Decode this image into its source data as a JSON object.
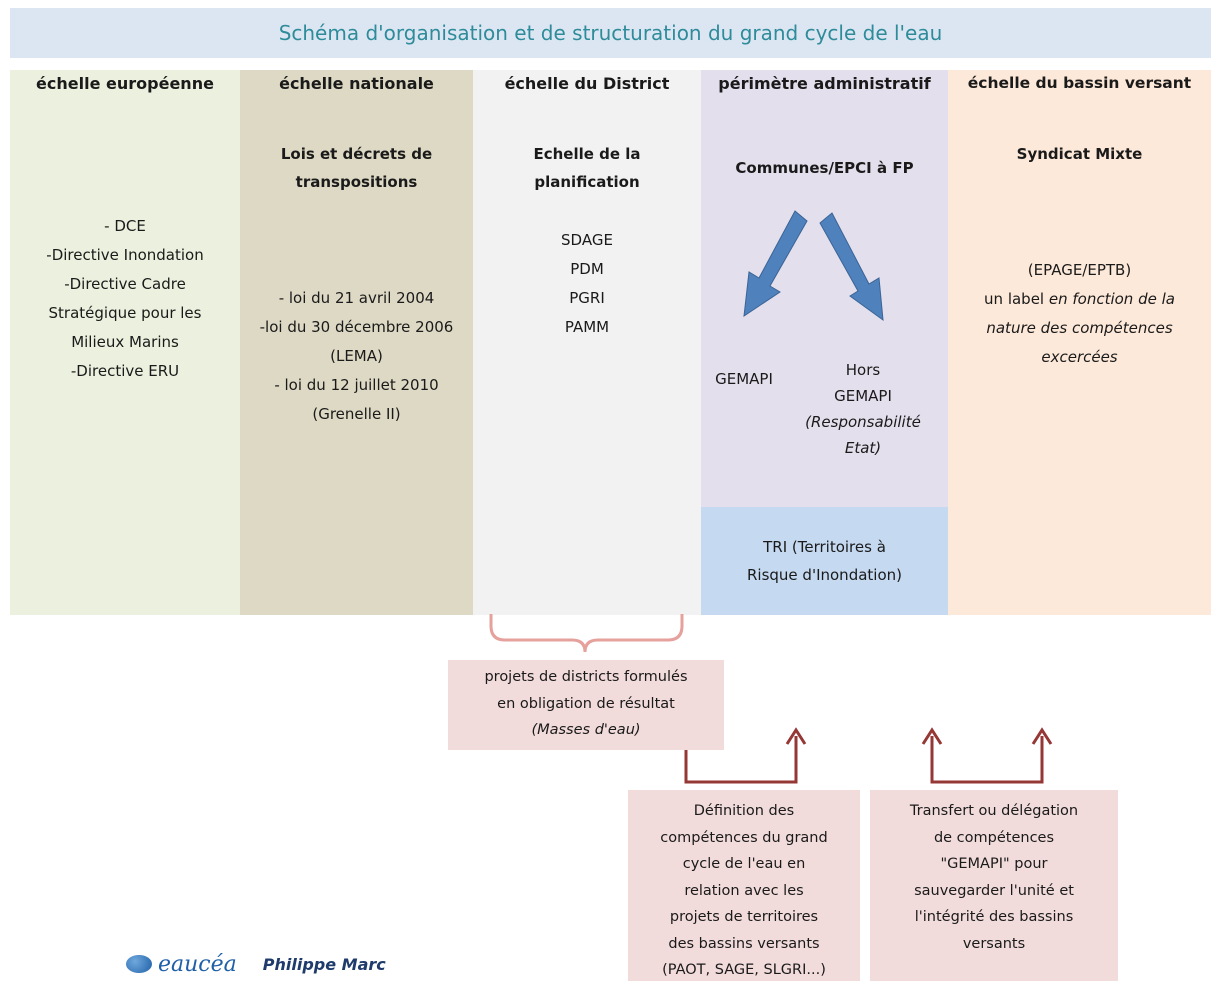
{
  "title": "Schéma d'organisation et de structuration du grand cycle de l'eau",
  "columns": [
    {
      "header": "échelle européenne",
      "lines": [
        "- DCE",
        "-Directive Inondation",
        "-Directive Cadre",
        "Stratégique pour les",
        "Milieux Marins",
        "-Directive ERU"
      ]
    },
    {
      "header": "échelle nationale",
      "subheading": [
        "Lois et décrets de",
        "transpositions"
      ],
      "lines": [
        "- loi du 21 avril 2004",
        "-loi du 30 décembre 2006",
        "(LEMA)",
        "- loi du 12 juillet  2010",
        "(Grenelle II)"
      ]
    },
    {
      "header": "échelle du District",
      "subheading": [
        "Echelle de la",
        "planification"
      ],
      "lines": [
        "SDAGE",
        "PDM",
        "PGRI",
        "PAMM"
      ]
    },
    {
      "header": "périmètre administratif",
      "subheading": "Communes/EPCI à FP",
      "left_label": "GEMAPI",
      "right_label": [
        "Hors",
        "GEMAPI"
      ],
      "right_note": [
        "(Responsabilité",
        "Etat)"
      ],
      "tri": [
        "TRI (Territoires à",
        "Risque d'Inondation)"
      ]
    },
    {
      "header": "échelle du bassin versant",
      "subheading": "Syndicat Mixte",
      "lines": [
        "(EPAGE/EPTB)"
      ],
      "label_prefix": "un label ",
      "label_italic": "en fonction de la",
      "italic_lines": [
        "nature des compétences",
        "excercées"
      ]
    }
  ],
  "boxes": {
    "district_projects": [
      "projets de districts formulés",
      "en obligation de résultat"
    ],
    "district_projects_note": "(Masses d'eau)",
    "definition": [
      "Définition des",
      "compétences du grand",
      "cycle de l'eau en",
      "relation avec les",
      "projets de territoires",
      "des bassins versants",
      "(PAOT, SAGE, SLGRI...)"
    ],
    "transfer": [
      "Transfert ou délégation",
      "de compétences",
      "\"GEMAPI\" pour",
      "sauvegarder l'unité et",
      "l'intégrité des bassins",
      "versants"
    ]
  },
  "footer": {
    "logo": "eaucéa",
    "author": "Philippe Marc"
  },
  "colors": {
    "title_bg": "#dce6f2",
    "title_text": "#2e8b9a",
    "col_europe": "#ebf1de",
    "col_national": "#ddd9c4",
    "col_district": "#f2f2f2",
    "col_admin": "#e4dfec",
    "col_bassin": "#fde9d9",
    "tri_bg": "#c5d9f1",
    "pink_box": "#f2dcdb",
    "brace": "#e6a19c",
    "dark_arrow": "#953735",
    "blue_arrow": "#4f81bd"
  }
}
